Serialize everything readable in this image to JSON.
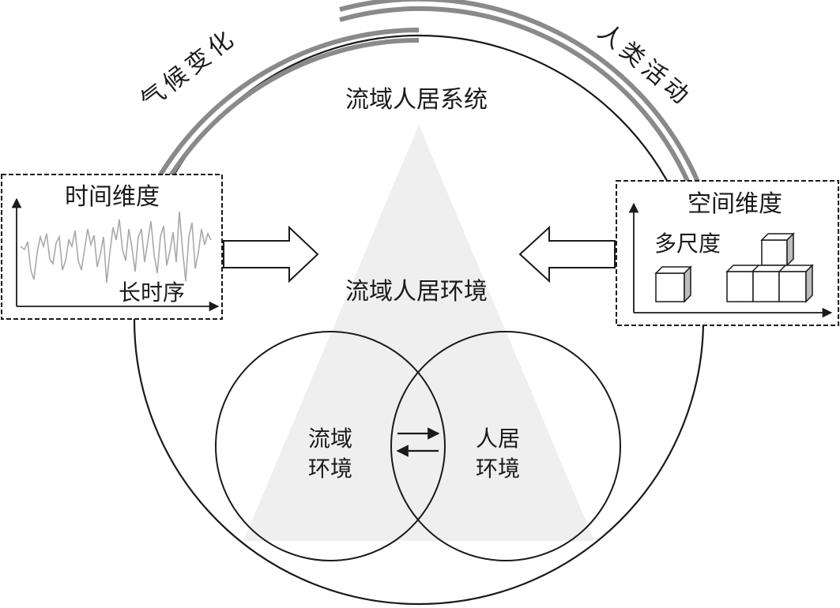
{
  "arc_labels": {
    "left": "气候变化",
    "right": "人类活动"
  },
  "system_title": "流域人居系统",
  "environment_title": "流域人居环境",
  "time_box": {
    "title": "时间维度",
    "axis_label": "长时序"
  },
  "space_box": {
    "title": "空间维度",
    "sub_label": "多尺度"
  },
  "left_circle": {
    "line1": "流域",
    "line2": "环境"
  },
  "right_circle": {
    "line1": "人居",
    "line2": "环境"
  },
  "colors": {
    "stroke": "#1a1a1a",
    "triangle": "#efefef",
    "arc_band": "#8a8a8a",
    "series": "#a9a9a9"
  }
}
